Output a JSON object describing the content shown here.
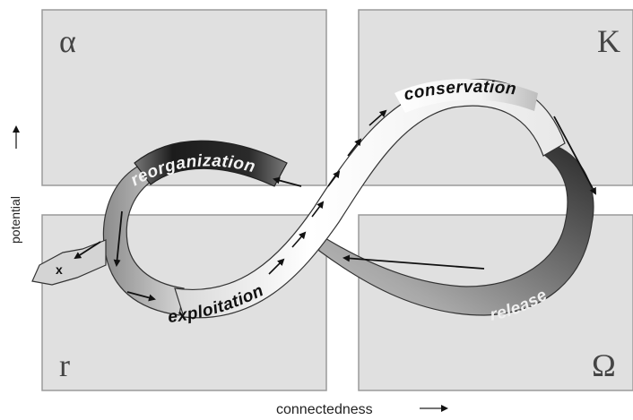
{
  "corners": {
    "top_left": "α",
    "top_right": "K",
    "bottom_left": "r",
    "bottom_right": "Ω"
  },
  "axes": {
    "x_label": "connectedness",
    "y_label": "potential"
  },
  "phases": {
    "conservation": "conservation",
    "reorganization": "reorganization",
    "exploitation": "exploitation",
    "release": "release"
  },
  "exit_mark": "x",
  "colors": {
    "panel_fill": "#e0e0e0",
    "panel_border": "#9a9a9a",
    "band_light": "#f5f5f5",
    "band_dark": "#3a3a3a"
  }
}
